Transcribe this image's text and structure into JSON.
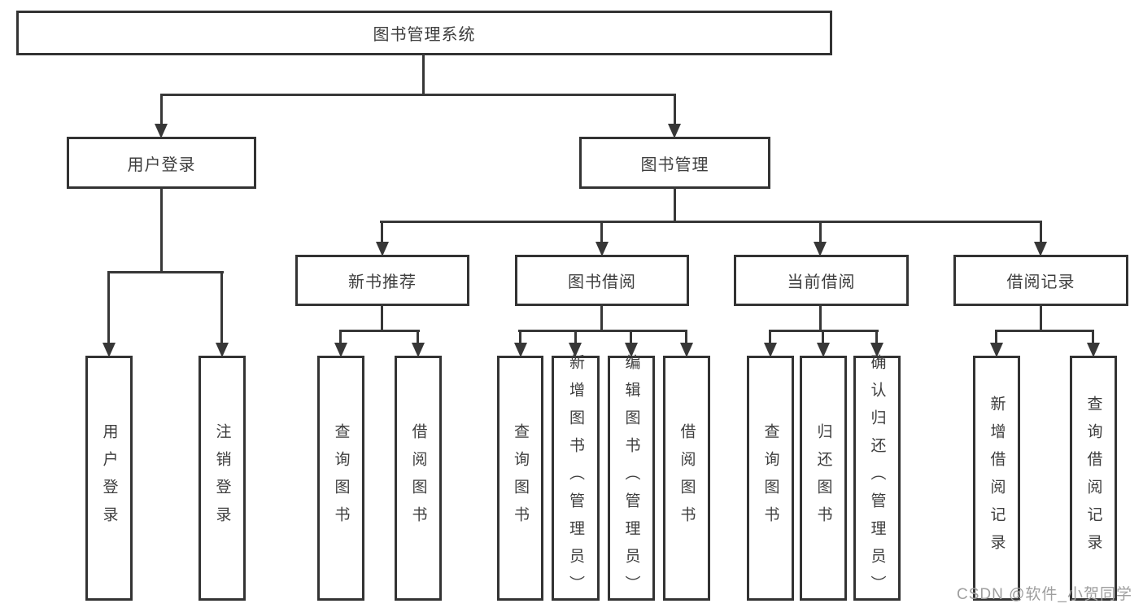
{
  "tree": {
    "label": "图书管理系统",
    "children": [
      {
        "label": "用户登录",
        "children": [
          {
            "label": "用户登录"
          },
          {
            "label": "注销登录"
          }
        ]
      },
      {
        "label": "图书管理",
        "children": [
          {
            "label": "新书推荐",
            "children": [
              {
                "label": "查询图书"
              },
              {
                "label": "借阅图书"
              }
            ]
          },
          {
            "label": "图书借阅",
            "children": [
              {
                "label": "查询图书"
              },
              {
                "label": "新增图书（管理员）"
              },
              {
                "label": "编辑图书（管理员）"
              },
              {
                "label": "借阅图书"
              }
            ]
          },
          {
            "label": "当前借阅",
            "children": [
              {
                "label": "查询图书"
              },
              {
                "label": "归还图书"
              },
              {
                "label": "确认归还（管理员）"
              }
            ]
          },
          {
            "label": "借阅记录",
            "children": [
              {
                "label": "新增借阅记录"
              },
              {
                "label": "查询借阅记录"
              }
            ]
          }
        ]
      }
    ]
  },
  "watermark": "CSDN @软件_小贺同学",
  "colors": {
    "line": "#373737",
    "box_border": "#333333",
    "text": "#3e3e3e",
    "watermark": "#9e9e9e",
    "background": "#ffffff"
  }
}
